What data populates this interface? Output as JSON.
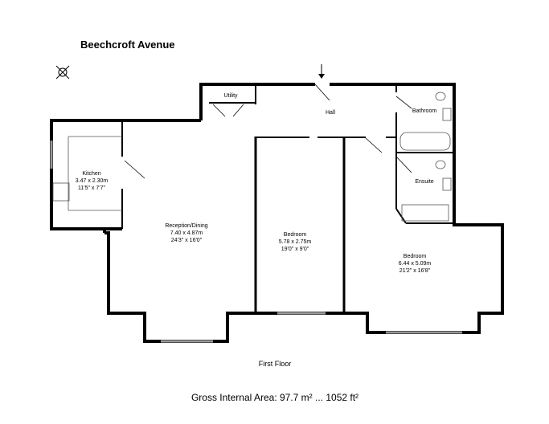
{
  "title": "Beechcroft Avenue",
  "rooms": {
    "utility": {
      "name": "Utility"
    },
    "hall": {
      "name": "Hall"
    },
    "bathroom": {
      "name": "Bathroom"
    },
    "ensuite": {
      "name": "Ensuite"
    },
    "kitchen": {
      "name": "Kitchen",
      "metric": "3.47 x 2.30m",
      "imperial": "11'5\" x 7'7\""
    },
    "reception": {
      "name": "Reception/Dining",
      "metric": "7.40 x 4.87m",
      "imperial": "24'3\" x 16'0\""
    },
    "bedroom1": {
      "name": "Bedroom",
      "metric": "5.78 x 2.75m",
      "imperial": "19'0\" x 9'0\""
    },
    "bedroom2": {
      "name": "Bedroom",
      "metric": "6.44 x 5.09m",
      "imperial": "21'2\" x 16'8\""
    }
  },
  "floor_label": "First Floor",
  "gross_area": "Gross Internal Area: 97.7 m² ... 1052 ft²"
}
